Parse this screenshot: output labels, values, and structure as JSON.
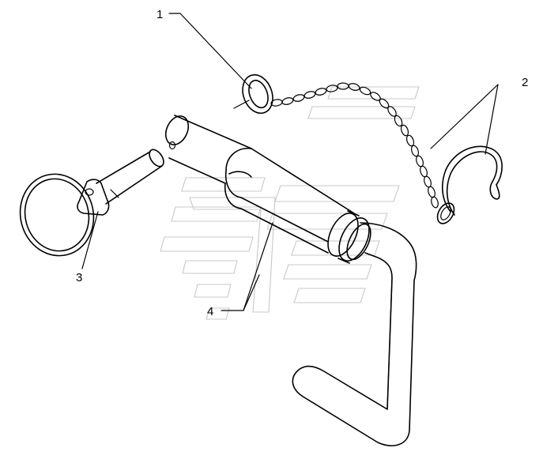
{
  "callouts": [
    {
      "id": "1",
      "label": "1"
    },
    {
      "id": "2",
      "label": "2"
    },
    {
      "id": "3",
      "label": "3"
    },
    {
      "id": "4",
      "label": "4"
    }
  ],
  "colors": {
    "line": "#000000",
    "watermark": "#c8c8c8",
    "background": "#ffffff"
  }
}
